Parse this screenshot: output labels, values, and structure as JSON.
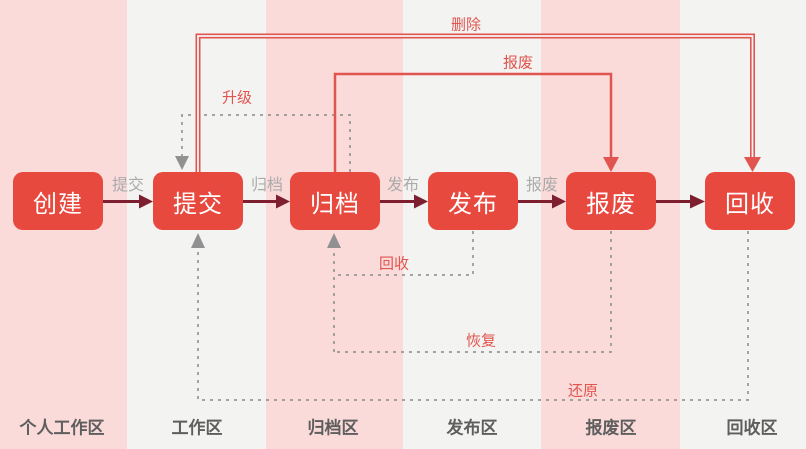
{
  "colors": {
    "band_pink": "#fadbd9",
    "band_light": "#f3f3f1",
    "node_red": "#e7493f",
    "flow_arrow_dark": "#7d1f2e",
    "edge_red": "#e15550",
    "edge_gray": "#979797",
    "flow_label_gray": "#ababab",
    "zone_label_gray": "#5e5e5e"
  },
  "nodes": [
    {
      "id": "create",
      "label": "创建"
    },
    {
      "id": "submit",
      "label": "提交"
    },
    {
      "id": "archive",
      "label": "归档"
    },
    {
      "id": "publish",
      "label": "发布"
    },
    {
      "id": "scrap",
      "label": "报废"
    },
    {
      "id": "recycle",
      "label": "回收"
    }
  ],
  "flow_edges": [
    {
      "from": "create",
      "to": "submit",
      "label": "提交"
    },
    {
      "from": "submit",
      "to": "archive",
      "label": "归档"
    },
    {
      "from": "archive",
      "to": "publish",
      "label": "发布"
    },
    {
      "from": "publish",
      "to": "scrap",
      "label": "报废"
    },
    {
      "from": "scrap",
      "to": "recycle",
      "label": ""
    }
  ],
  "return_edges": {
    "delete": {
      "from": "submit",
      "to": "recycle",
      "label": "删除",
      "style": "solid-red"
    },
    "scrap": {
      "from": "archive",
      "to": "scrap",
      "label": "报废",
      "style": "solid-red"
    },
    "upgrade": {
      "from": "archive",
      "to": "submit",
      "label": "升级",
      "style": "dashed-gray"
    },
    "recycle": {
      "from": "publish",
      "to": "archive",
      "label": "回收",
      "style": "dashed-gray"
    },
    "restore": {
      "from": "scrap",
      "to": "archive",
      "label": "恢复",
      "style": "dashed-gray"
    },
    "revert": {
      "from": "recycle",
      "to": "submit",
      "label": "还原",
      "style": "dashed-gray"
    }
  },
  "zones": [
    {
      "label": "个人工作区"
    },
    {
      "label": "工作区"
    },
    {
      "label": "归档区"
    },
    {
      "label": "发布区"
    },
    {
      "label": "报废区"
    },
    {
      "label": "回收区"
    }
  ]
}
